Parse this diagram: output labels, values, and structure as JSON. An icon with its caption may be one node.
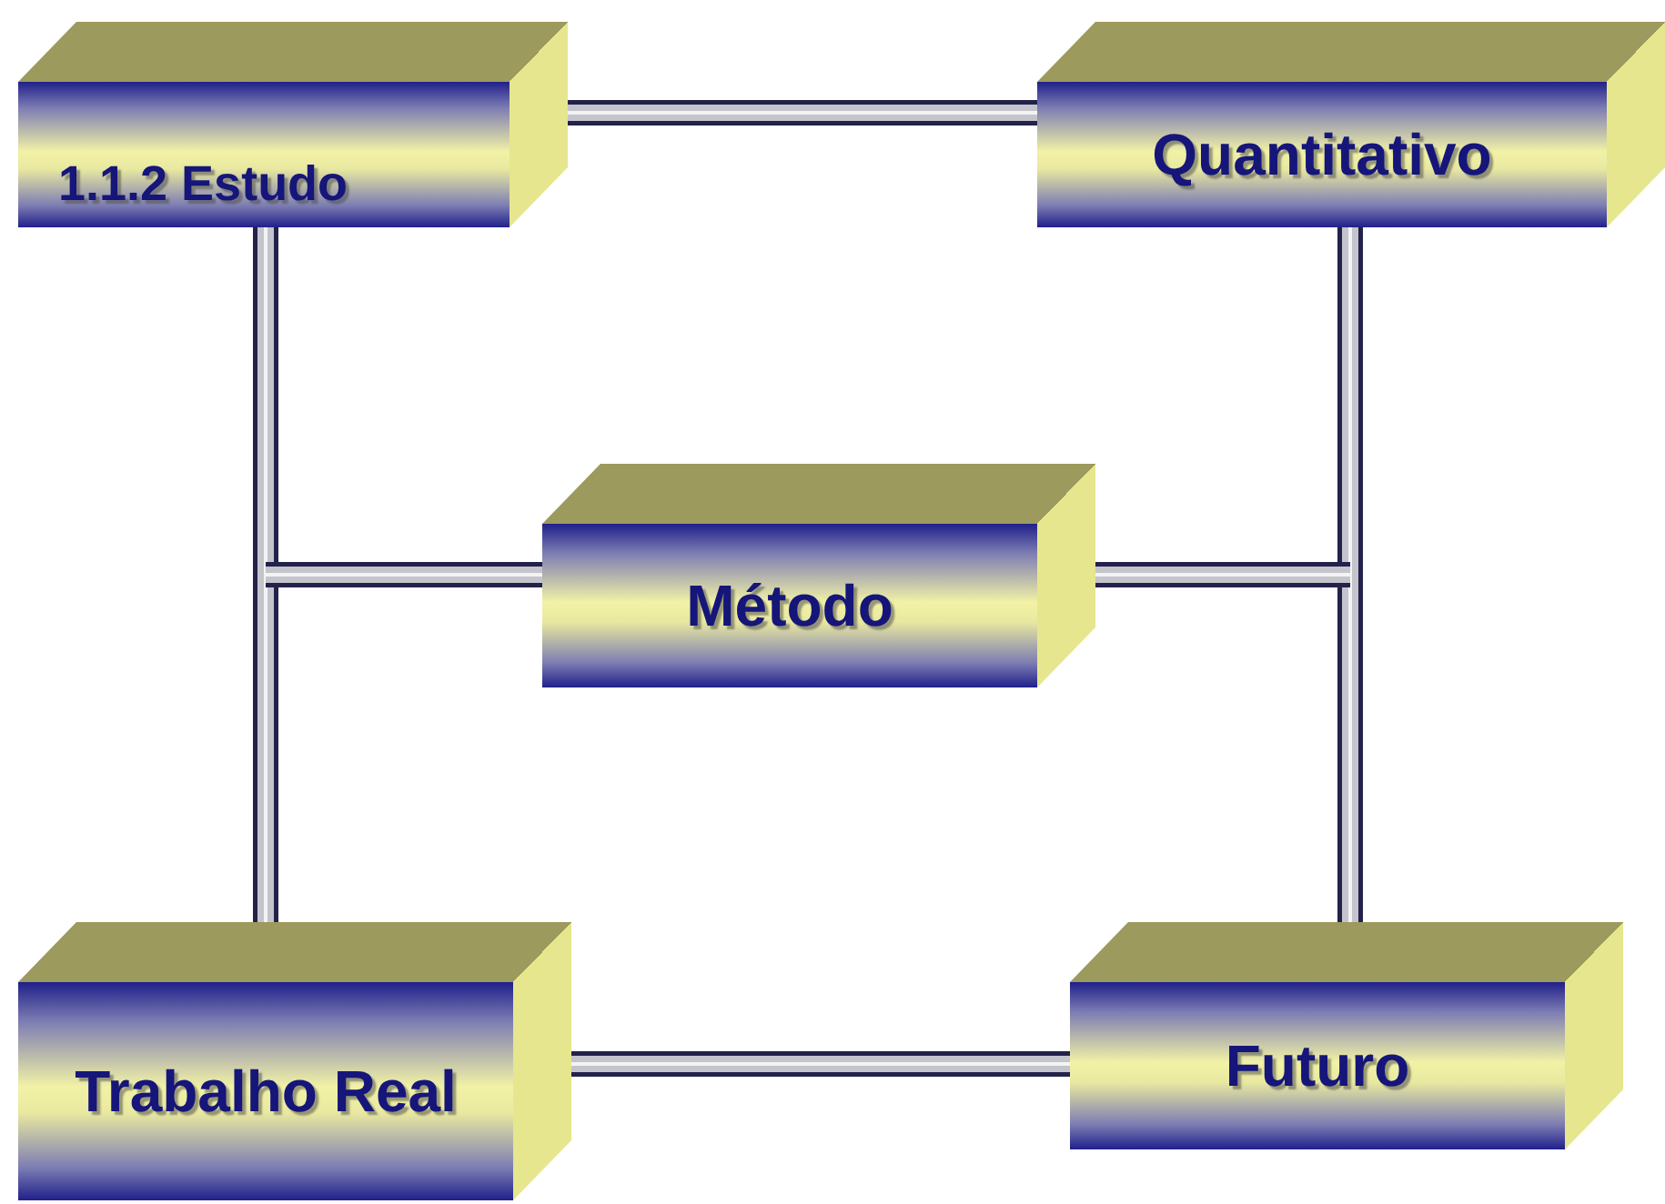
{
  "diagram": {
    "nodes": [
      {
        "text": [
          "1.1.2 Estudo"
        ]
      },
      {
        "text": [
          "Quantitativo"
        ]
      },
      {
        "text": [
          "Método"
        ]
      },
      {
        "text": [
          "Trabalho Real"
        ]
      },
      {
        "text": [
          "Futuro"
        ]
      }
    ],
    "edges": [
      {
        "from": 0,
        "to": 1,
        "arrow": "none"
      },
      {
        "from": 0,
        "to": 3,
        "arrow": "none"
      },
      {
        "from": 2,
        "to": null,
        "arrow": "none"
      },
      {
        "from": 1,
        "to": 4,
        "arrow": "none"
      },
      {
        "from": 2,
        "to": null,
        "arrow": "none"
      },
      {
        "from": 3,
        "to": 4,
        "arrow": "none"
      }
    ]
  }
}
